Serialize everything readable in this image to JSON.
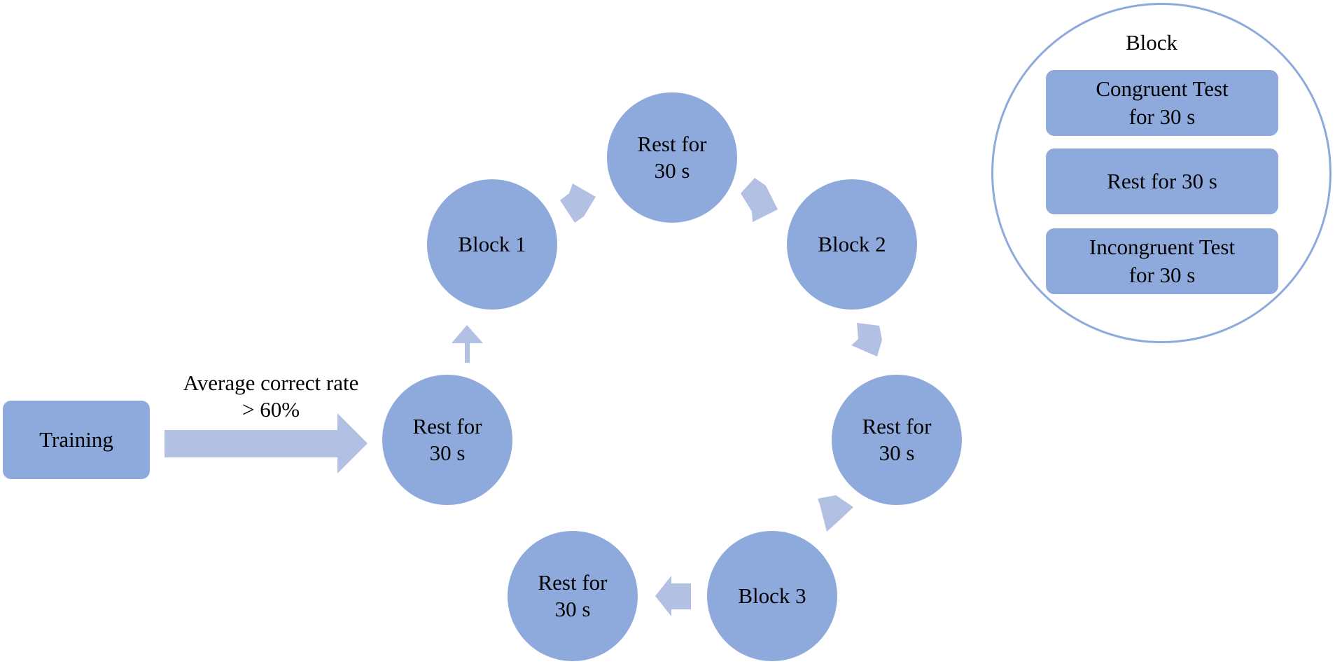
{
  "start": {
    "label": "Training"
  },
  "transition": {
    "label": "Average correct rate\n> 60%"
  },
  "cycle": {
    "rest_a": "Rest for\n30 s",
    "block_1": "Block 1",
    "rest_b": "Rest for\n30 s",
    "block_2": "Block 2",
    "rest_c": "Rest for\n30 s",
    "block_3": "Block 3",
    "rest_d": "Rest for\n30 s"
  },
  "legend": {
    "title": "Block",
    "steps": [
      "Congruent Test\nfor 30 s",
      "Rest for 30 s",
      "Incongruent Test\nfor 30 s"
    ]
  },
  "colors": {
    "node_fill": "#8eaadc",
    "arrow_fill": "#b1c0e3",
    "legend_border": "#8eaadc"
  }
}
